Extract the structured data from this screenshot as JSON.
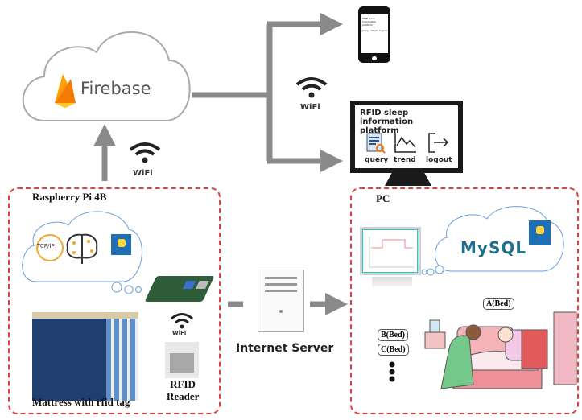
{
  "firebase": {
    "label": "Firebase"
  },
  "wifi_label": "WiFi",
  "phone": {
    "title": "RFID sleep information platform",
    "items": [
      "query",
      "trend",
      "logout"
    ]
  },
  "pc_screen": {
    "title_line1": "RFID sleep information",
    "title_line2": "platform",
    "items": [
      "query",
      "trend",
      "logout"
    ]
  },
  "raspberry": {
    "title": "Raspberry Pi 4B",
    "tcpip": "TCP/IP",
    "mattress_label": "Mattress with rfid tag",
    "rfid_line1": "RFID",
    "rfid_line2": "Reader"
  },
  "server": {
    "label": "Internet Server"
  },
  "pc": {
    "title": "PC",
    "mysql": "MySQL",
    "beds": [
      "A(Bed)",
      "B(Bed)",
      "C(Bed)"
    ]
  },
  "colors": {
    "arrow": "#8a8a8a",
    "dash_border": "#e0403f",
    "firebase_orange": "#f5a623",
    "mysql_blue": "#1f6e8c",
    "mysql_orange": "#f29111"
  }
}
